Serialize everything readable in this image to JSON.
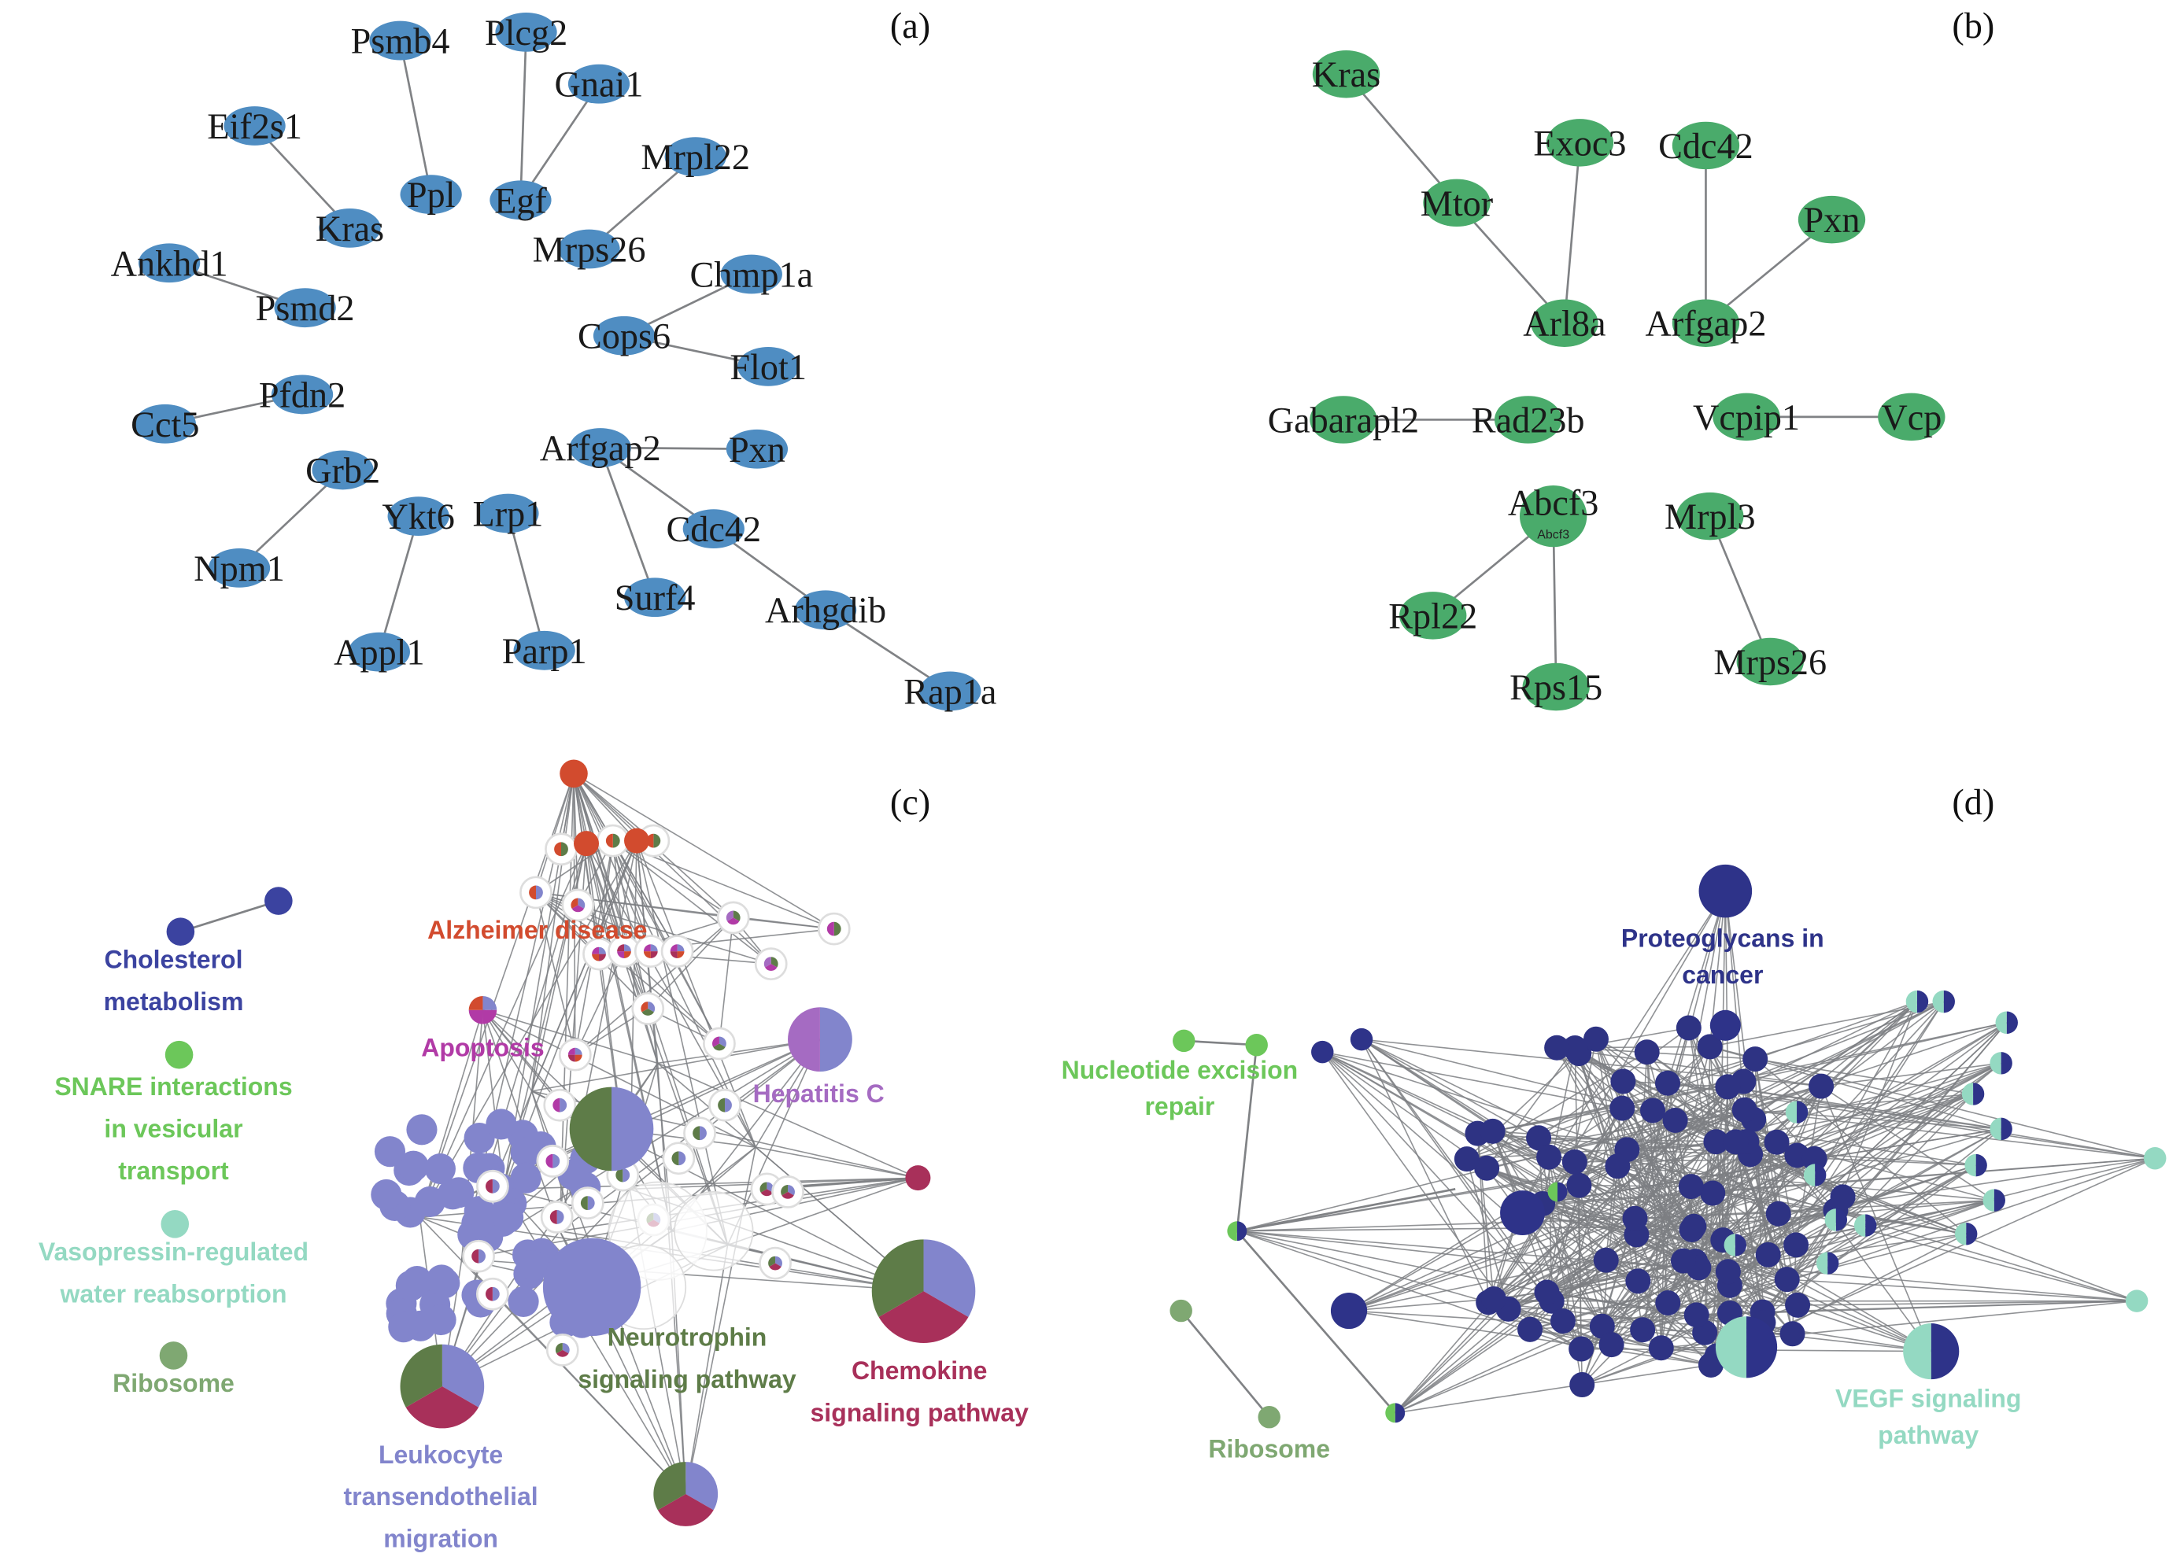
{
  "colors": {
    "panel_a_node": "#4f8dc2",
    "panel_b_node": "#4aab6b",
    "edge": "#808285",
    "cholesterol": "#3b43a0",
    "snare": "#6cc75a",
    "vasopressin": "#94d9c2",
    "ribosome": "#7fa872",
    "alzheimer": "#d24b2e",
    "apoptosis": "#b13aa6",
    "hepatitis": "#a56bc2",
    "leukocyte": "#8285cc",
    "neurotrophin": "#5e7c48",
    "chemokine": "#a8305a",
    "proteoglycans": "#2e3389",
    "vegf": "#94d9c2",
    "nucleotide": "#6cc75a"
  },
  "panels": {
    "a": {
      "letter": "(a)",
      "nodes": [
        "Psmb4",
        "Plcg2",
        "Gnai1",
        "Eif2s1",
        "Mrpl22",
        "Ppl",
        "Egf",
        "Kras",
        "Mrps26",
        "Ankhd1",
        "Chmp1a",
        "Psmd2",
        "Cops6",
        "Flot1",
        "Pfdn2",
        "Cct5",
        "Arfgap2",
        "Pxn",
        "Grb2",
        "Ykt6",
        "Lrp1",
        "Cdc42",
        "Npm1",
        "Surf4",
        "Arhgdib",
        "Appl1",
        "Parp1",
        "Rap1a"
      ],
      "edges": [
        [
          "Psmb4",
          "Ppl"
        ],
        [
          "Plcg2",
          "Egf"
        ],
        [
          "Gnai1",
          "Egf"
        ],
        [
          "Eif2s1",
          "Kras"
        ],
        [
          "Mrpl22",
          "Mrps26"
        ],
        [
          "Ankhd1",
          "Psmd2"
        ],
        [
          "Chmp1a",
          "Cops6"
        ],
        [
          "Cops6",
          "Flot1"
        ],
        [
          "Pfdn2",
          "Cct5"
        ],
        [
          "Arfgap2",
          "Pxn"
        ],
        [
          "Arfgap2",
          "Cdc42"
        ],
        [
          "Arfgap2",
          "Surf4"
        ],
        [
          "Cdc42",
          "Arhgdib"
        ],
        [
          "Arhgdib",
          "Rap1a"
        ],
        [
          "Grb2",
          "Npm1"
        ],
        [
          "Ykt6",
          "Appl1"
        ],
        [
          "Lrp1",
          "Parp1"
        ]
      ]
    },
    "b": {
      "letter": "(b)",
      "nodes": [
        "Kras",
        "Exoc3",
        "Cdc42",
        "Mtor",
        "Pxn",
        "Arl8a",
        "Arfgap2",
        "Gabarapl2",
        "Rad23b",
        "Vcpip1",
        "Vcp",
        "Abcf3",
        "Mrpl3",
        "Rpl22",
        "Rps15",
        "Mrps26"
      ],
      "inner_label": "Abcf3",
      "edges": [
        [
          "Kras",
          "Mtor"
        ],
        [
          "Mtor",
          "Arl8a"
        ],
        [
          "Exoc3",
          "Arl8a"
        ],
        [
          "Cdc42",
          "Arfgap2"
        ],
        [
          "Pxn",
          "Arfgap2"
        ],
        [
          "Gabarapl2",
          "Rad23b"
        ],
        [
          "Vcpip1",
          "Vcp"
        ],
        [
          "Abcf3",
          "Rpl22"
        ],
        [
          "Abcf3",
          "Rps15"
        ],
        [
          "Mrpl3",
          "Mrps26"
        ]
      ]
    },
    "c": {
      "letter": "(c)",
      "legend": [
        {
          "lines": [
            "Cholesterol",
            "metabolism"
          ],
          "color_key": "cholesterol"
        },
        {
          "lines": [
            "SNARE interactions",
            "in vesicular",
            "transport"
          ],
          "color_key": "snare"
        },
        {
          "lines": [
            "Vasopressin-regulated",
            "water reabsorption"
          ],
          "color_key": "vasopressin"
        },
        {
          "lines": [
            "Ribosome"
          ],
          "color_key": "ribosome"
        }
      ],
      "terms": [
        {
          "lines": [
            "Alzheimer disease"
          ],
          "color_key": "alzheimer"
        },
        {
          "lines": [
            "Apoptosis"
          ],
          "color_key": "apoptosis"
        },
        {
          "lines": [
            "Hepatitis C"
          ],
          "color_key": "hepatitis"
        },
        {
          "lines": [
            "Neurotrophin",
            "signaling pathway"
          ],
          "color_key": "neurotrophin"
        },
        {
          "lines": [
            "Chemokine",
            "signaling pathway"
          ],
          "color_key": "chemokine"
        },
        {
          "lines": [
            "Leukocyte",
            "transendothelial",
            "migration"
          ],
          "color_key": "leukocyte"
        }
      ]
    },
    "d": {
      "letter": "(d)",
      "terms": [
        {
          "lines": [
            "Proteoglycans in",
            "cancer"
          ],
          "color_key": "proteoglycans"
        },
        {
          "lines": [
            "Nucleotide excision",
            "repair"
          ],
          "color_key": "nucleotide"
        },
        {
          "lines": [
            "Ribosome"
          ],
          "color_key": "ribosome"
        },
        {
          "lines": [
            "VEGF signaling",
            "pathway"
          ],
          "color_key": "vegf"
        }
      ]
    }
  }
}
